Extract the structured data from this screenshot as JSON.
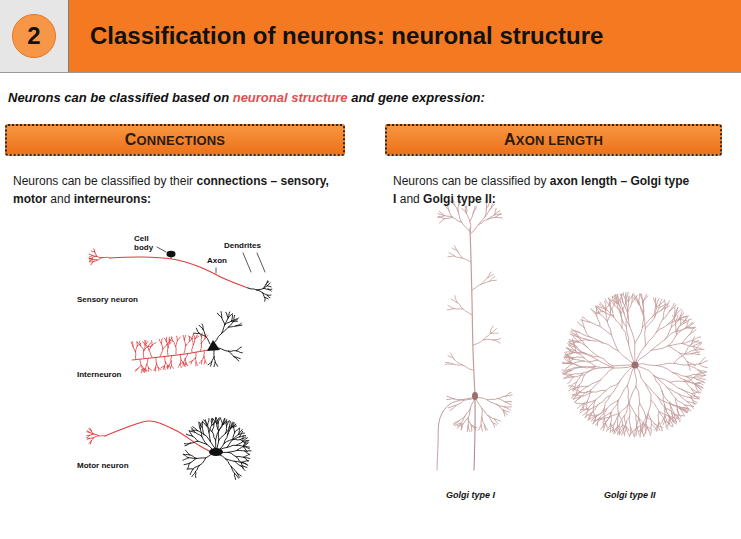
{
  "diagram": {
    "title": "Classification of neurons: neuronal structure",
    "nodes": [
      {
        "text": [
          "2"
        ]
      },
      {
        "text": [
          "CONNECTIONS"
        ]
      },
      {
        "text": [
          "AXON LENGTH"
        ]
      }
    ],
    "labels": [
      "Neurons can be classified based on",
      "neuronal structure",
      "and gene expression:",
      "Neurons can be classified by their",
      "connections – sensory, motor",
      "and",
      "interneurons:",
      "Neurons can be classified by",
      "axon length – Golgi type I",
      "and",
      "Golgi type II:",
      "Cell body",
      "Dendrites",
      "Axon",
      "Sensory neuron",
      "Interneuron",
      "Motor neuron",
      "Golgi type I",
      "Golgi type II"
    ]
  }
}
